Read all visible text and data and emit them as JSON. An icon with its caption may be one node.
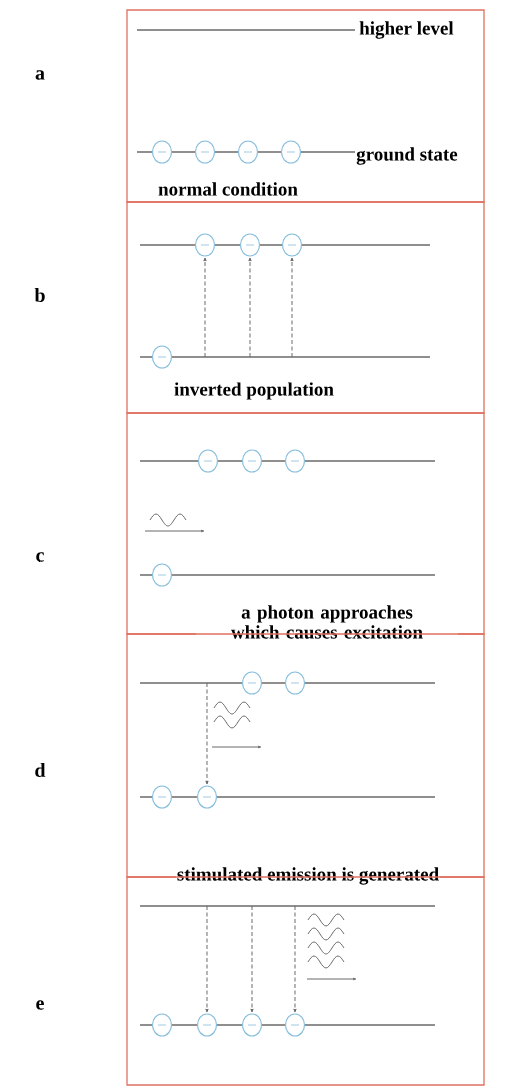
{
  "diagram": {
    "nodes": [
      {
        "text": [
          "higher level",
          "ground state",
          "normal condition"
        ]
      },
      {
        "text": [],
        "shape": "circle",
        "in": 0
      },
      {
        "text": [],
        "shape": "circle",
        "in": 0
      },
      {
        "text": [],
        "shape": "circle",
        "in": 0
      },
      {
        "text": [],
        "shape": "circle",
        "in": 0
      },
      {
        "text": [
          "inverted population"
        ]
      },
      {
        "text": [],
        "shape": "circle",
        "in": 5
      },
      {
        "text": [],
        "shape": "circle",
        "in": 5
      },
      {
        "text": [],
        "shape": "circle",
        "in": 5
      },
      {
        "text": [],
        "shape": "circle",
        "in": 5
      },
      {
        "text": [
          "a photon approaches which causes excitation"
        ]
      },
      {
        "text": [],
        "shape": "circle",
        "in": 10
      },
      {
        "text": [],
        "shape": "circle",
        "in": 10
      },
      {
        "text": [],
        "shape": "circle",
        "in": 10
      },
      {
        "text": [],
        "shape": "circle",
        "in": 10
      },
      {
        "text": [
          "stimulated emission is generated"
        ]
      },
      {
        "text": [],
        "shape": "circle",
        "in": 15
      },
      {
        "text": [],
        "shape": "circle",
        "in": 15
      },
      {
        "text": [],
        "shape": "circle",
        "in": 15
      },
      {
        "text": [],
        "shape": "circle",
        "in": 15
      },
      {
        "text": [],
        "shape": "box"
      },
      {
        "text": [],
        "shape": "circle",
        "in": 20
      },
      {
        "text": [],
        "shape": "circle",
        "in": 20
      },
      {
        "text": [],
        "shape": "circle",
        "in": 20
      },
      {
        "text": [],
        "shape": "circle",
        "in": 20
      }
    ],
    "edges": [
      {
        "from": null,
        "to": 6,
        "arrow": "to",
        "style": "dashed"
      },
      {
        "from": null,
        "to": 7,
        "arrow": "to",
        "style": "dashed"
      },
      {
        "from": null,
        "to": 8,
        "arrow": "to",
        "style": "dashed"
      },
      {
        "from": null,
        "to": 19,
        "arrow": "to",
        "style": "dashed"
      },
      {
        "from": null,
        "to": 22,
        "arrow": "to",
        "style": "dashed"
      },
      {
        "from": null,
        "to": 23,
        "arrow": "to",
        "style": "dashed"
      },
      {
        "from": null,
        "to": 24,
        "arrow": "to",
        "style": "dashed"
      }
    ],
    "labels": [
      "a",
      "b",
      "c",
      "d",
      "e"
    ]
  }
}
